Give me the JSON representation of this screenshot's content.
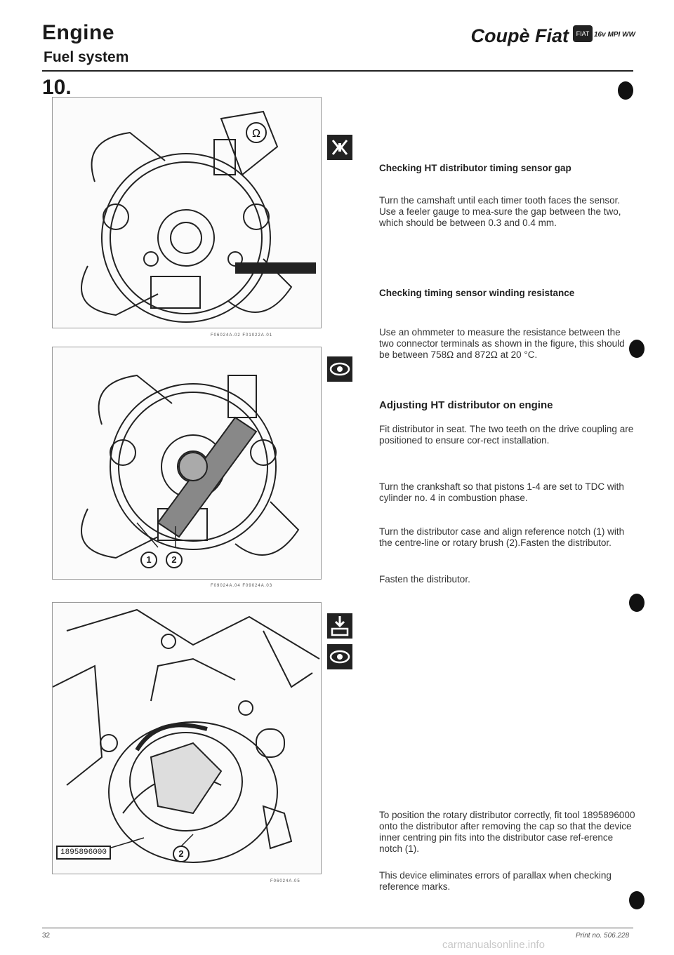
{
  "header": {
    "section": "Engine",
    "subsection": "Fuel system",
    "brand": "Coupè Fiat",
    "model": "16v MPI WW",
    "logo_text": "FIAT",
    "page_ref": "10."
  },
  "figures": [
    {
      "code": "F06024A.02   F01022A.01"
    },
    {
      "code": "F09024A.04   F09024A.03",
      "callouts": [
        "1",
        "2"
      ]
    },
    {
      "code": "F06024A.05",
      "tool_label": "1895896000",
      "callouts": [
        "2"
      ]
    }
  ],
  "icons": [
    "timing-gap-icon",
    "inspect-icon",
    "install-icon",
    "inspect-icon"
  ],
  "sections": [
    {
      "heading": "Checking HT distributor timing sensor gap",
      "paragraphs": [
        "Turn the camshaft until each timer tooth faces the sensor. Use a feeler gauge to mea-sure the gap between the two, which should be between 0.3 and 0.4 mm."
      ]
    },
    {
      "heading": "Checking timing sensor winding resistance",
      "paragraphs": [
        "Use an ohmmeter to measure the resistance between the two connector terminals as shown in the figure, this should be between 758Ω and 872Ω at 20 °C."
      ]
    },
    {
      "heading": "Adjusting HT distributor on engine",
      "paragraphs": [
        "Fit distributor in seat. The two teeth on the drive coupling are positioned to ensure cor-rect installation.",
        "Turn the crankshaft so that pistons 1-4 are set to TDC with cylinder no. 4 in combustion phase.",
        "Turn the distributor case and align reference notch (1) with the centre-line or rotary brush (2).Fasten the distributor.",
        "Fasten the distributor."
      ]
    },
    {
      "heading": "",
      "paragraphs": [
        "To position the rotary distributor correctly, fit tool 1895896000 onto the distributor after removing the cap so that the device inner centring pin fits into the distributor case ref-erence notch (1).",
        "This device eliminates errors of parallax when checking reference marks."
      ]
    }
  ],
  "footer": {
    "page_number": "32",
    "print_no": "Print no. 506.228",
    "watermark": "carmanualsonline.info"
  }
}
